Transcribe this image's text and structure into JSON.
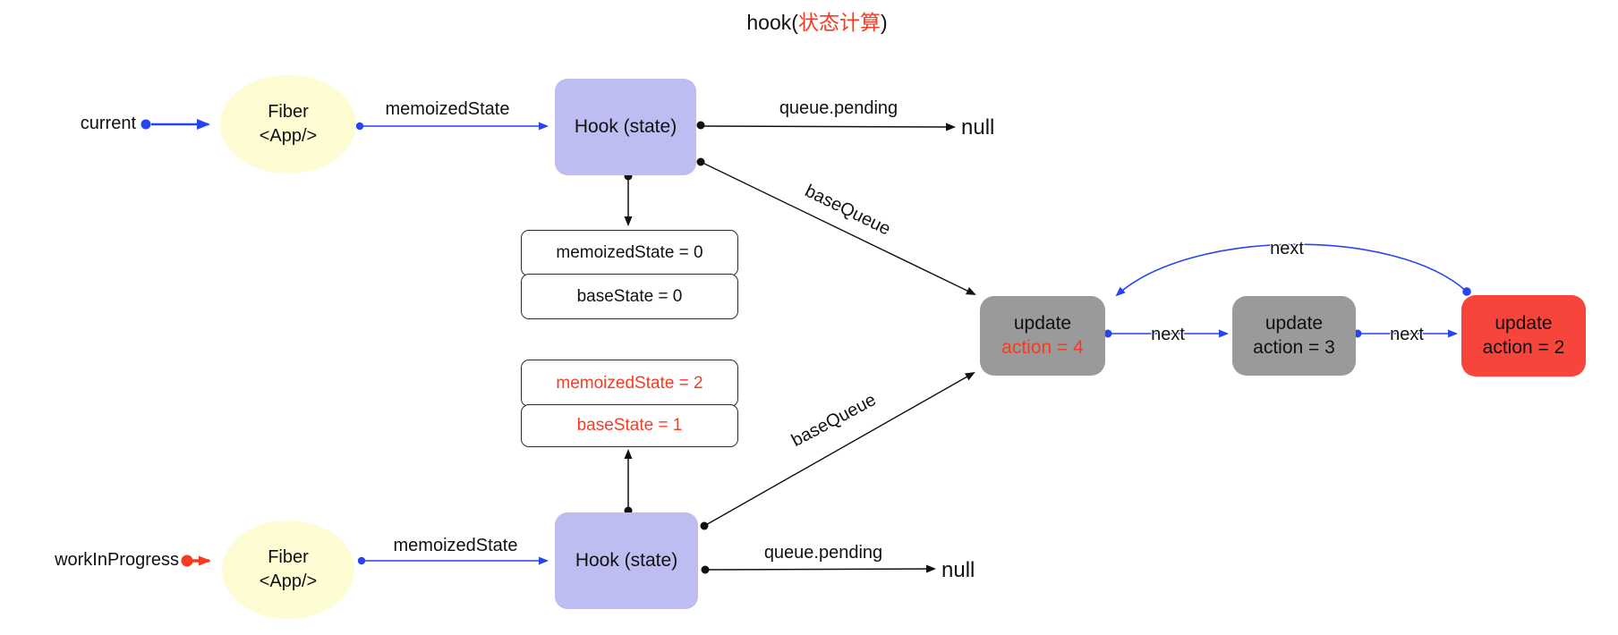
{
  "title": {
    "prefix": "hook(",
    "cn": "状态计算",
    "suffix": ")"
  },
  "pointers": {
    "current": "current",
    "work_in_progress": "workInProgress"
  },
  "fiber": {
    "line1": "Fiber",
    "line2": "<App/>"
  },
  "hook_label": "Hook (state)",
  "edge_labels": {
    "memoized_state": "memoizedState",
    "queue_pending": "queue.pending",
    "base_queue": "baseQueue",
    "next": "next",
    "null_value": "null"
  },
  "current_state_box": {
    "memoized": "memoizedState = 0",
    "base": "baseState = 0"
  },
  "wip_state_box": {
    "memoized": "memoizedState = 2",
    "base": "baseState = 1"
  },
  "updates": [
    {
      "title": "update",
      "action": "action = 4"
    },
    {
      "title": "update",
      "action": "action = 3"
    },
    {
      "title": "update",
      "action": "action = 2"
    }
  ],
  "colors": {
    "blue": "#2644f0",
    "red_accent": "#f93a22",
    "fiber_yellow": "#fdfcd2",
    "hook_lavender": "#bebdf2",
    "update_gray": "#999a9b",
    "update_red": "#f8453c",
    "line_black": "#111111"
  }
}
